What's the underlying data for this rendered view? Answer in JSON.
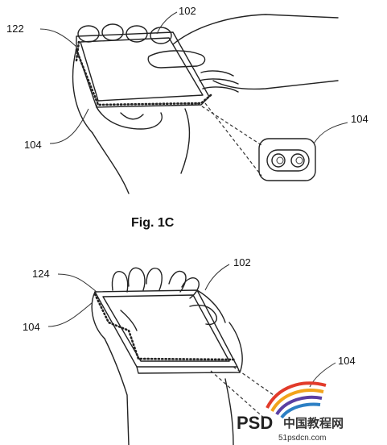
{
  "figure_top": {
    "refs": {
      "r122": "122",
      "r102": "102",
      "r104_left": "104",
      "r104_right": "104"
    }
  },
  "caption": "Fig. 1C",
  "figure_bottom": {
    "refs": {
      "r124": "124",
      "r102": "102",
      "r104_left": "104",
      "r104_right": "104"
    }
  },
  "watermark": {
    "main": "PSD",
    "chinese": "中国教程网",
    "site": "51psdcn.com"
  }
}
